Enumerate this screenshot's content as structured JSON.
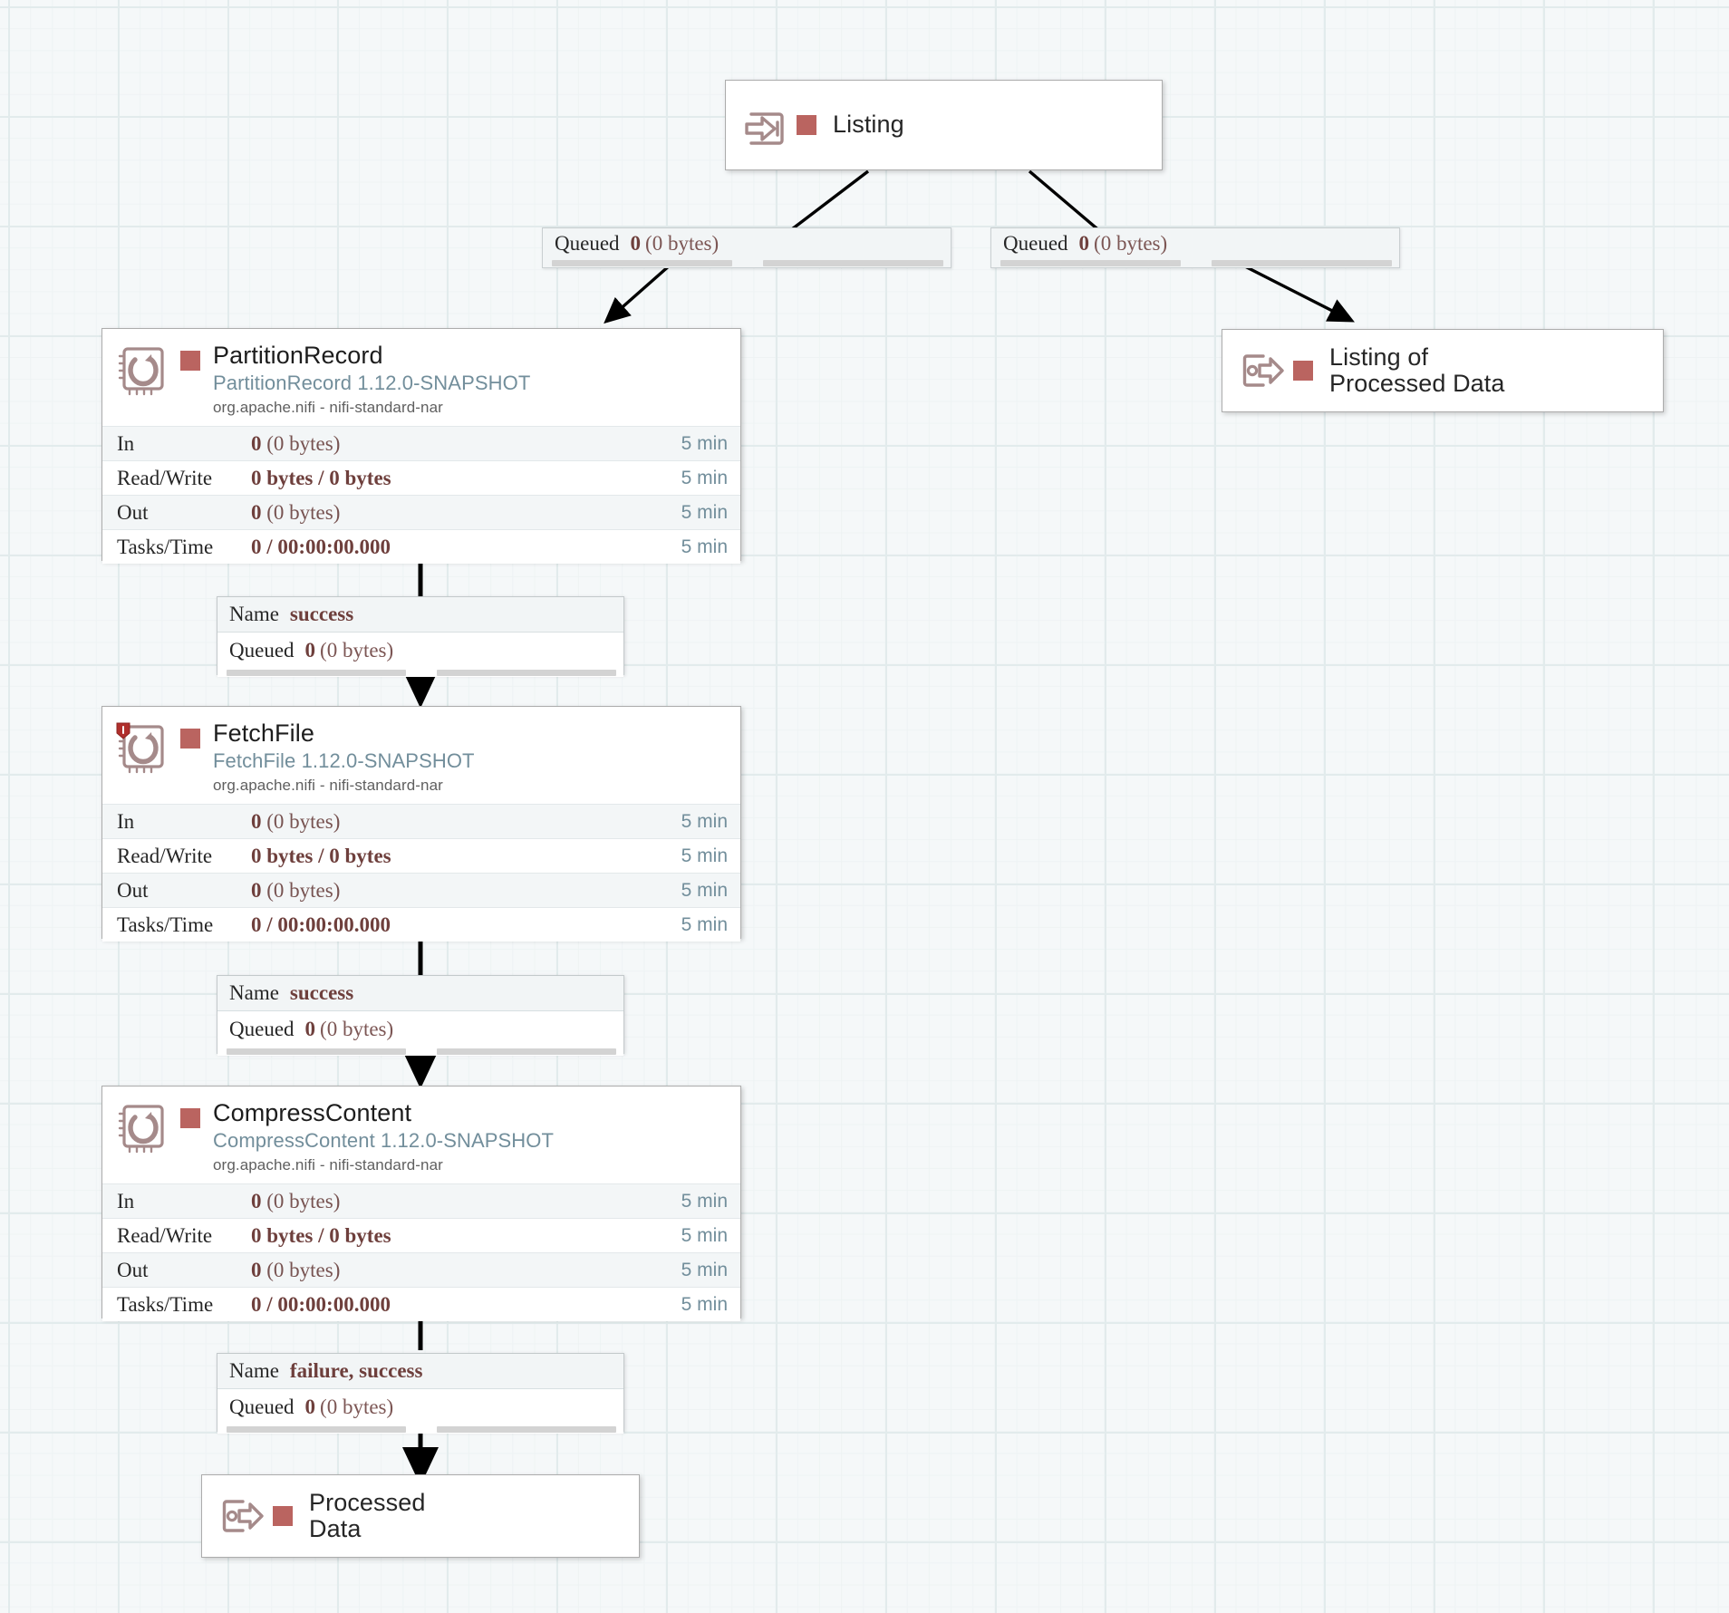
{
  "canvas": {
    "background_color": "#f5f8f9",
    "grid_color": "#e2ebec",
    "accent_color": "#ba6460",
    "type_color": "#728e9b",
    "stat_value_color": "#6e3f3c"
  },
  "labels": {
    "name_key": "Name",
    "queued_key": "Queued",
    "in_key": "In",
    "read_write_key": "Read/Write",
    "out_key": "Out",
    "tasks_time_key": "Tasks/Time",
    "bundle": "org.apache.nifi - nifi-standard-nar",
    "five_min": "5 min",
    "zero_bytes": "(0 bytes)",
    "zero": "0",
    "rw_value": "0 bytes / 0 bytes",
    "tasks_value": "0 / 00:00:00.000"
  },
  "nodes": {
    "listing_input_port": {
      "kind": "input-port",
      "icon": "input-port-icon",
      "label": "Listing",
      "run_status": "stopped"
    },
    "listing_of_processed_data_port": {
      "kind": "output-port",
      "icon": "output-port-icon",
      "label": "Listing of\nProcessed Data",
      "run_status": "stopped"
    },
    "processed_data_port": {
      "kind": "output-port",
      "icon": "output-port-icon",
      "label": "Processed\nData",
      "run_status": "stopped"
    },
    "partition_record": {
      "kind": "processor",
      "icon": "processor-icon",
      "name": "PartitionRecord",
      "type": "PartitionRecord 1.12.0-SNAPSHOT",
      "bundle": "org.apache.nifi - nifi-standard-nar",
      "restricted": false,
      "stats": [
        {
          "label": "In",
          "value_bold": "0",
          "value_rest": "(0 bytes)",
          "time": "5 min"
        },
        {
          "label": "Read/Write",
          "value_bold": "0 bytes / 0 bytes",
          "value_rest": "",
          "time": "5 min"
        },
        {
          "label": "Out",
          "value_bold": "0",
          "value_rest": "(0 bytes)",
          "time": "5 min"
        },
        {
          "label": "Tasks/Time",
          "value_bold": "0 / 00:00:00.000",
          "value_rest": "",
          "time": "5 min"
        }
      ]
    },
    "fetch_file": {
      "kind": "processor",
      "icon": "processor-icon",
      "name": "FetchFile",
      "type": "FetchFile 1.12.0-SNAPSHOT",
      "bundle": "org.apache.nifi - nifi-standard-nar",
      "restricted": true,
      "restricted_icon": "shield-icon",
      "stats": [
        {
          "label": "In",
          "value_bold": "0",
          "value_rest": "(0 bytes)",
          "time": "5 min"
        },
        {
          "label": "Read/Write",
          "value_bold": "0 bytes / 0 bytes",
          "value_rest": "",
          "time": "5 min"
        },
        {
          "label": "Out",
          "value_bold": "0",
          "value_rest": "(0 bytes)",
          "time": "5 min"
        },
        {
          "label": "Tasks/Time",
          "value_bold": "0 / 00:00:00.000",
          "value_rest": "",
          "time": "5 min"
        }
      ]
    },
    "compress_content": {
      "kind": "processor",
      "icon": "processor-icon",
      "name": "CompressContent",
      "type": "CompressContent 1.12.0-SNAPSHOT",
      "bundle": "org.apache.nifi - nifi-standard-nar",
      "restricted": false,
      "stats": [
        {
          "label": "In",
          "value_bold": "0",
          "value_rest": "(0 bytes)",
          "time": "5 min"
        },
        {
          "label": "Read/Write",
          "value_bold": "0 bytes / 0 bytes",
          "value_rest": "",
          "time": "5 min"
        },
        {
          "label": "Out",
          "value_bold": "0",
          "value_rest": "(0 bytes)",
          "time": "5 min"
        },
        {
          "label": "Tasks/Time",
          "value_bold": "0 / 00:00:00.000",
          "value_rest": "",
          "time": "5 min"
        }
      ]
    }
  },
  "connections": {
    "listing_to_partition_record": {
      "queued_key": "Queued",
      "queued_count": "0",
      "queued_size": "(0 bytes)"
    },
    "listing_to_listing_of_processed_data": {
      "queued_key": "Queued",
      "queued_count": "0",
      "queued_size": "(0 bytes)"
    },
    "partition_record_to_fetch_file": {
      "name_key": "Name",
      "name_value": "success",
      "queued_key": "Queued",
      "queued_count": "0",
      "queued_size": "(0 bytes)"
    },
    "fetch_file_to_compress_content": {
      "name_key": "Name",
      "name_value": "success",
      "queued_key": "Queued",
      "queued_count": "0",
      "queued_size": "(0 bytes)"
    },
    "compress_content_to_processed_data": {
      "name_key": "Name",
      "name_value": "failure, success",
      "queued_key": "Queued",
      "queued_count": "0",
      "queued_size": "(0 bytes)"
    }
  }
}
